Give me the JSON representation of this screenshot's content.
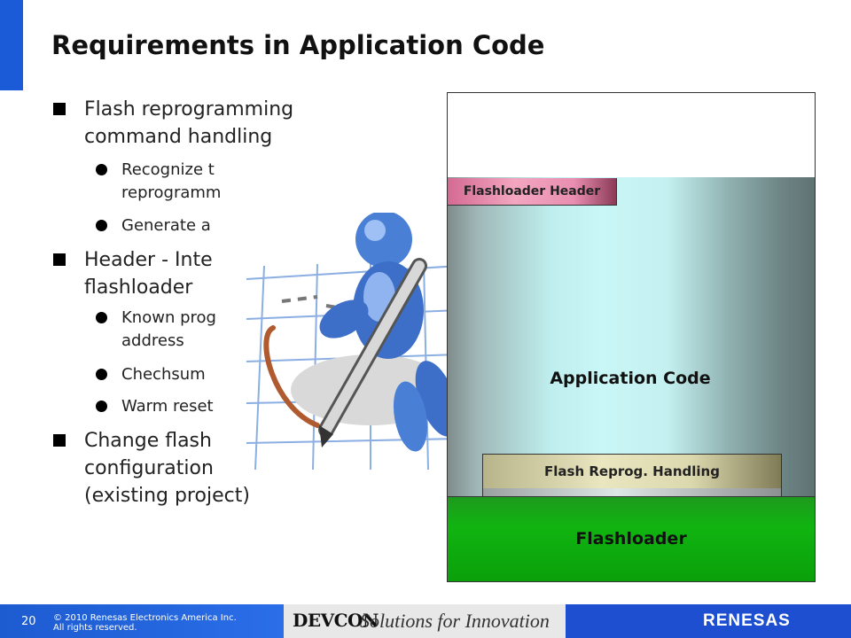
{
  "slide": {
    "title": "Requirements in Application Code",
    "page_number": "20",
    "copyright": "© 2010 Renesas Electronics America Inc.\nAll rights reserved."
  },
  "bullets": [
    {
      "text": "Flash reprogramming\ncommand handling"
    },
    {
      "text": "Recognize t\nreprogramm"
    },
    {
      "text": "Generate a"
    },
    {
      "text": "Header - Inte\nflashloader"
    },
    {
      "text": "Known prog\naddress"
    },
    {
      "text": "Chechsum"
    },
    {
      "text": "Warm reset"
    },
    {
      "text": "Change flash\nconfiguration\n(existing project)"
    }
  ],
  "memory_map": {
    "flashloader_header": "Flashloader Header",
    "application_code": "Application Code",
    "flash_reprog_handling": "Flash Reprog. Handling",
    "flashloader": "Flashloader"
  },
  "footer": {
    "devcon": "DEVCON",
    "tagline": "Solutions for Innovation",
    "brand": "RENESAS"
  },
  "colors": {
    "accent_blue": "#1c5bd8",
    "flashloader_green": "#10b410",
    "header_pink": "#e98eb0",
    "app_cyan": "#c4f0f0"
  },
  "icons": {
    "clipart": "figure-drawing-with-pen-icon"
  }
}
